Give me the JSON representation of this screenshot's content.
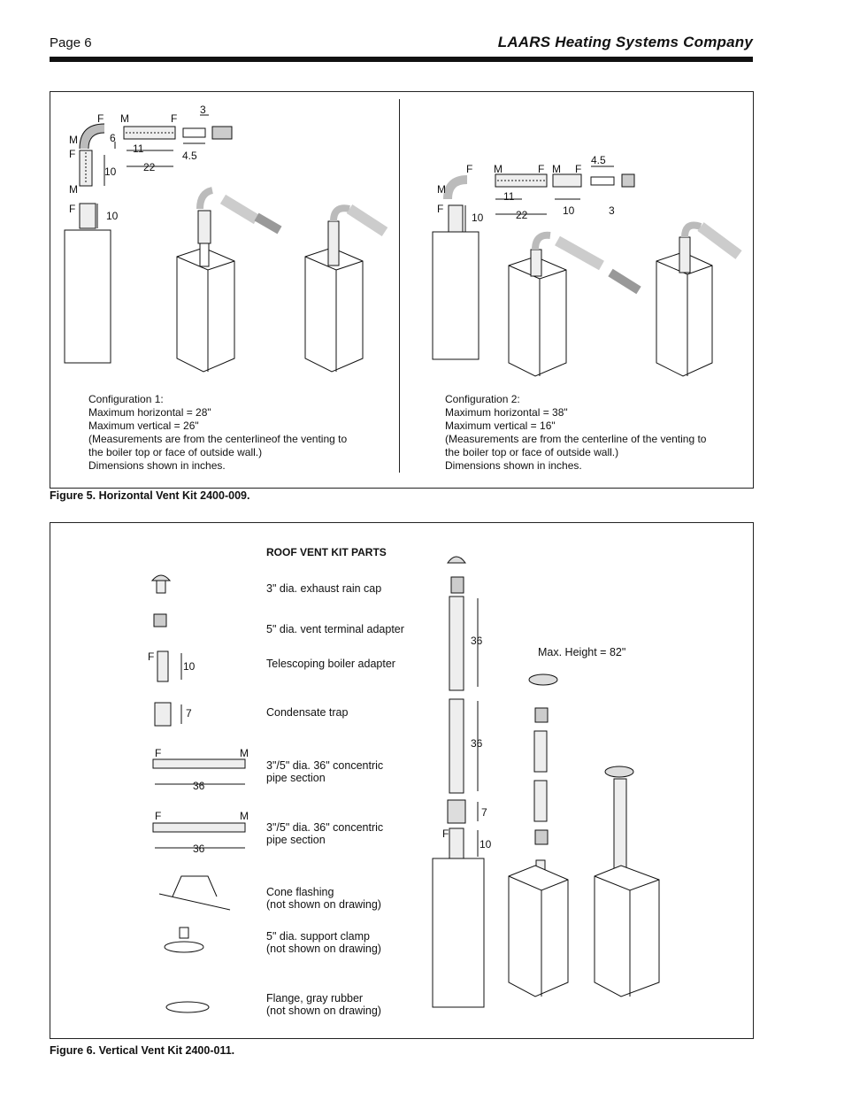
{
  "header": {
    "page": "Page 6",
    "company": "LAARS Heating Systems Company"
  },
  "figure5": {
    "caption": "Figure 5. Horizontal Vent Kit 2400-009.",
    "config1": {
      "text": "Configuration 1:\nMaximum horizontal = 28\"\nMaximum vertical = 26\"\n(Measurements are from the centerlineof the venting to\nthe boiler top or face of outside wall.)\nDimensions shown in inches.",
      "labels": {
        "m": "M",
        "f": "F",
        "d3": "3",
        "d6": "6",
        "d10": "10",
        "d11": "11",
        "d22": "22",
        "d45": "4.5"
      }
    },
    "config2": {
      "text": "Configuration 2:\nMaximum horizontal = 38\"\nMaximum vertical = 16\"\n(Measurements are from the centerline of the venting to\nthe boiler top or face of outside wall.)\nDimensions shown in inches.",
      "labels": {
        "m": "M",
        "f": "F",
        "d3": "3",
        "d10": "10",
        "d11": "11",
        "d22": "22",
        "d45": "4.5"
      }
    }
  },
  "figure6": {
    "caption": "Figure 6. Vertical Vent Kit 2400-011.",
    "parts_title": "ROOF VENT KIT PARTS",
    "parts": [
      "3\" dia. exhaust rain cap",
      "5\" dia. vent terminal adapter",
      "Telescoping boiler adapter",
      "Condensate trap",
      "3\"/5\" dia. 36\" concentric\npipe section",
      "3\"/5\" dia. 36\" concentric\npipe section",
      "Cone flashing\n(not shown on drawing)",
      "5\" dia. support clamp\n(not shown on drawing)",
      "Flange, gray rubber\n(not shown on drawing)"
    ],
    "max_height": "Max. Height = 82\"",
    "dims": {
      "d7": "7",
      "d10": "10",
      "d36": "36",
      "f": "F",
      "m": "M"
    }
  },
  "colors": {
    "ink": "#111111",
    "rule": "#111111",
    "shade": "#e6e6e6"
  }
}
